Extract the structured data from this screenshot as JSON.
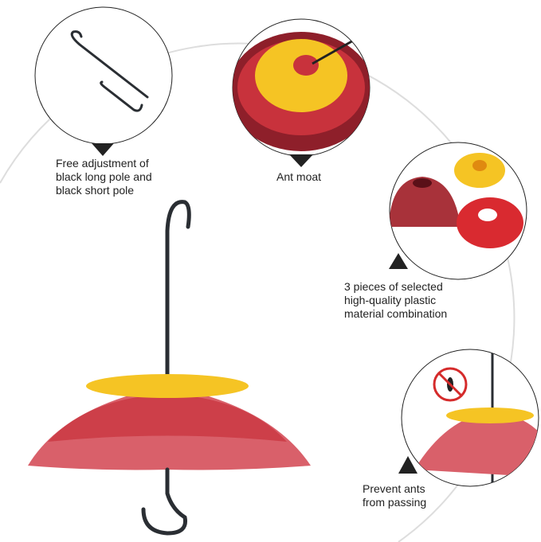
{
  "captions": {
    "hooks": [
      "Free adjustment of",
      "black long pole and",
      "black short pole"
    ],
    "moat": [
      "Ant moat"
    ],
    "pieces": [
      "3 pieces of selected",
      "high-quality plastic",
      "material combination"
    ],
    "ants": [
      "Prevent ants",
      "from passing"
    ]
  },
  "colors": {
    "red": "#c8323c",
    "dark_red": "#8e1f2a",
    "yellow": "#f5c424",
    "hook": "#2a2e33",
    "pink": "#d9606a"
  }
}
